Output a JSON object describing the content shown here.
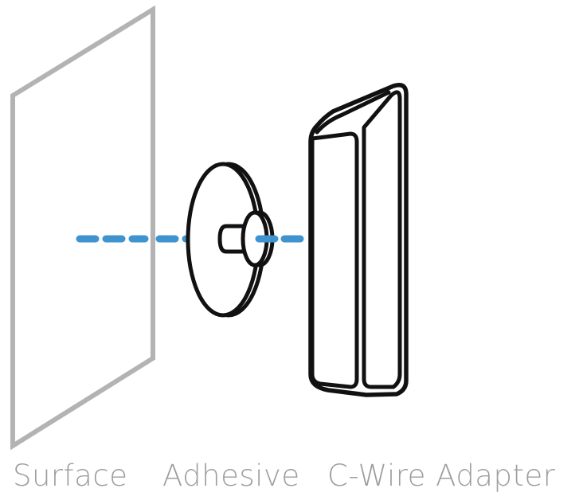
{
  "colors": {
    "surface_stroke": "#b3b3b3",
    "object_stroke": "#111111",
    "connector_line": "#3f93cf",
    "label_text": "#9e9e9e",
    "background": "#ffffff"
  },
  "labels": {
    "surface": "Surface",
    "adhesive": "Adhesive",
    "adapter": "C-Wire Adapter"
  },
  "parts": {
    "surface": "surface-panel",
    "adhesive": "adhesive-pad",
    "adapter": "c-wire-adapter"
  },
  "connector": {
    "style": "dashed"
  }
}
